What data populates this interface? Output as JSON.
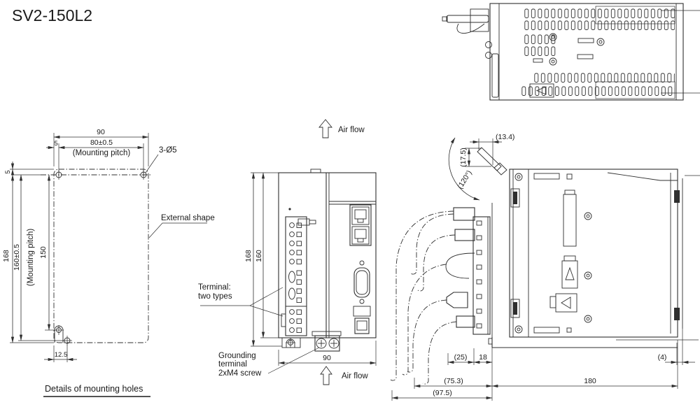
{
  "title": "SV2-150L2",
  "colors": {
    "line": "#2f2f2f",
    "text": "#1a1a1a",
    "background": "#ffffff"
  },
  "mounting_detail": {
    "width": "90",
    "edge_h": "5",
    "pitch_h": "80±0.5",
    "pitch_h_label": "(Mounting pitch)",
    "holes_label": "3-Ø5",
    "edge_v": "5",
    "height": "168",
    "pitch_v": "160±0.5",
    "pitch_v_label": "(Mounting pitch)",
    "inner_v": "150",
    "notch_offset": "12.5",
    "external_shape_label": "External shape",
    "caption": "Details of mounting holes"
  },
  "front_view": {
    "airflow_top": "Air flow",
    "airflow_bottom": "Air flow",
    "height": "168",
    "body_height": "160",
    "width": "90",
    "terminal_label_line1": "Terminal:",
    "terminal_label_line2": "two types",
    "ground_label_line1": "Grounding",
    "ground_label_line2": "terminal",
    "ground_label_line3": "2xM4 screw"
  },
  "side_view": {
    "lever_width": "(13.4)",
    "lever_height": "(17.5)",
    "lever_angle": "(120°)",
    "front_clearance": "(25)",
    "foot_depth": "18",
    "cable_clearance": "(75.3)",
    "overall_front": "(97.5)",
    "depth": "180",
    "rail_gap": "(4)"
  }
}
